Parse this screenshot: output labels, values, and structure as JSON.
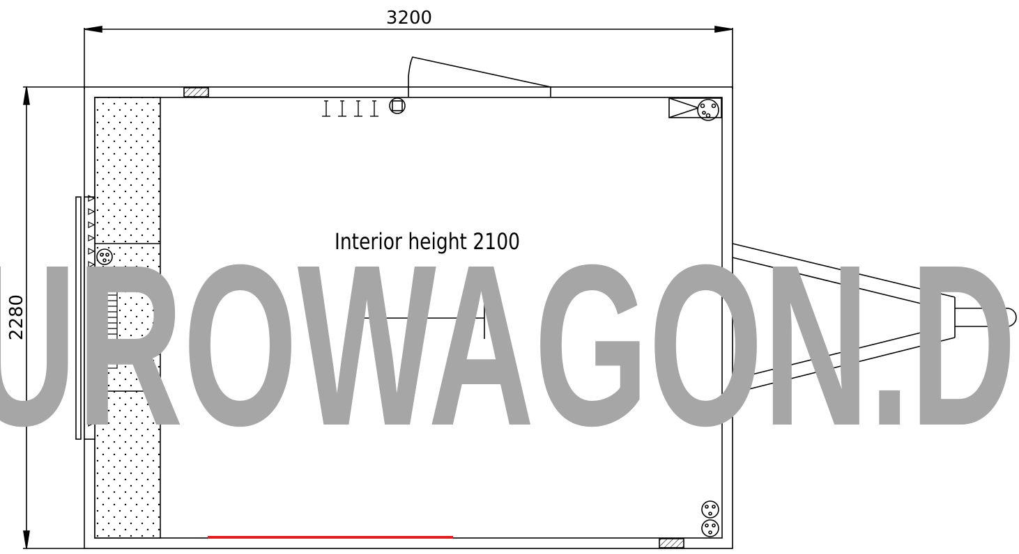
{
  "dimensions": {
    "width_label": "3200",
    "depth_label": "2280"
  },
  "interior_label": "Interior height 2100",
  "watermark": "UROWAGON.D",
  "colors": {
    "line": "#000000",
    "watermark": "#a6a6a6",
    "highlight": "#e02020",
    "background": "#ffffff"
  }
}
